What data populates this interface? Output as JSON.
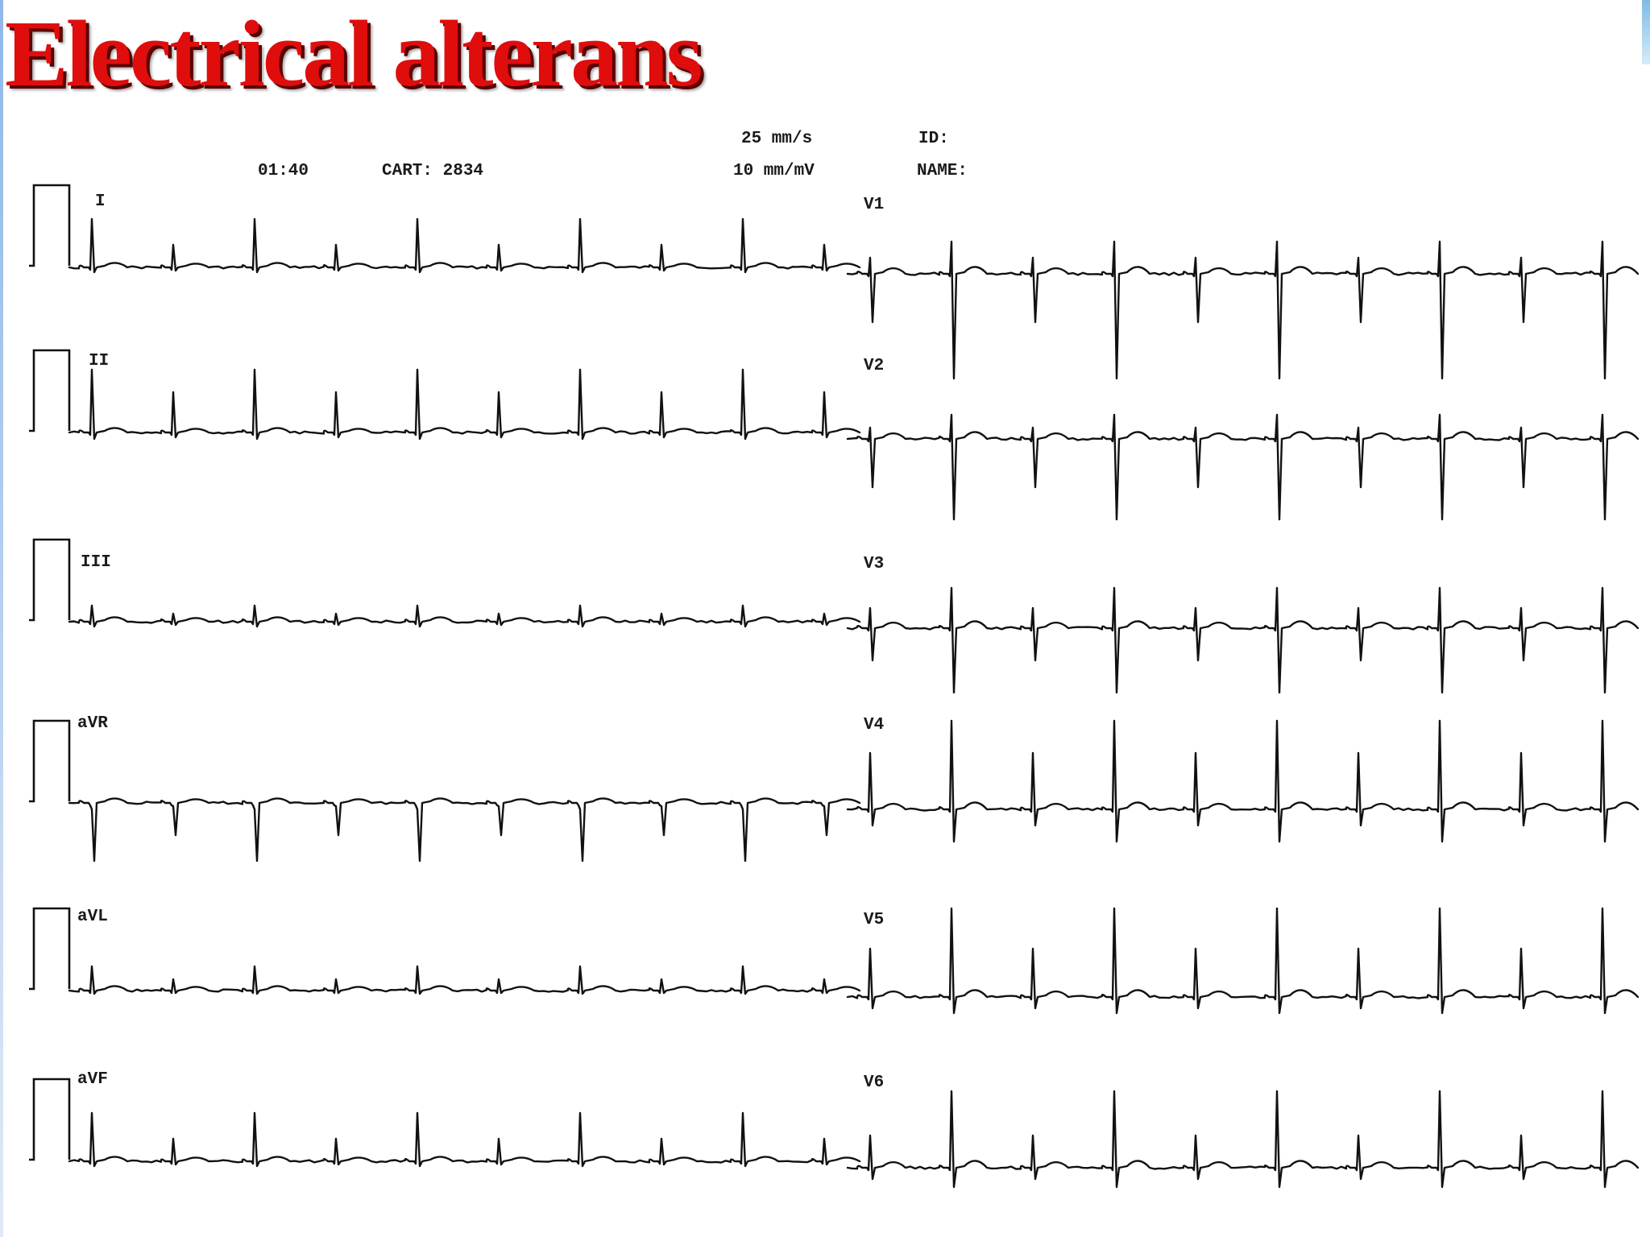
{
  "title": "Electrical alterans",
  "header": {
    "time": "01:40",
    "cart": "CART: 2834",
    "speed": "25 mm/s",
    "gain": "10 mm/mV",
    "id": "ID:",
    "name": "NAME:"
  },
  "leads": {
    "left": [
      "I",
      "II",
      "III",
      "aVR",
      "aVL",
      "aVF"
    ],
    "right": [
      "V1",
      "V2",
      "V3",
      "V4",
      "V5",
      "V6"
    ]
  },
  "alternans_note": "Beat amplitude alternates high / low on every lead",
  "colors": {
    "title": "#e00d0d",
    "trace": "#111111"
  }
}
